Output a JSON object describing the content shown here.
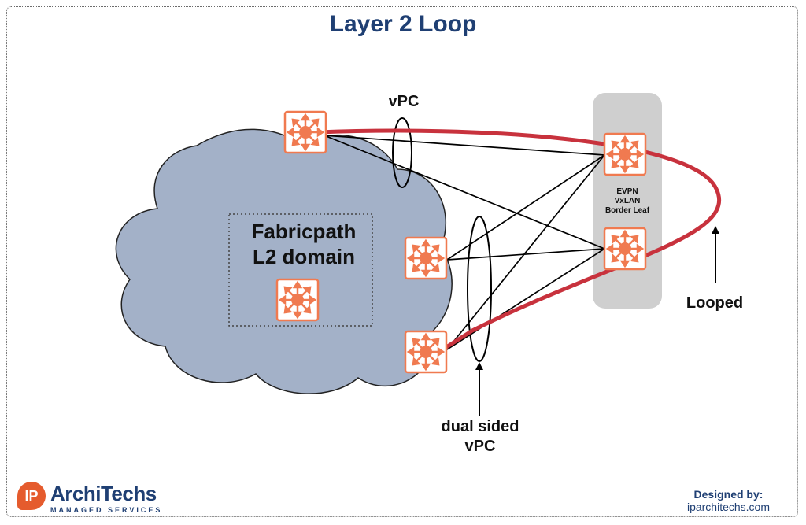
{
  "title": "Layer 2 Loop",
  "cloud_label": "Fabricpath\nL2 domain",
  "vpc_label": "vPC",
  "border_leaf_label": "EVPN\nVxLAN\nBorder Leaf",
  "looped_label": "Looped",
  "dual_vpc_label": "dual sided\nvPC",
  "designed_by": "Designed by:",
  "website": "iparchitechs.com",
  "logo": {
    "badge": "IP",
    "name": "ArchiTechs",
    "subtitle": "MANAGED SERVICES"
  },
  "colors": {
    "title": "#1f3f73",
    "cloud": "#a3b1c8",
    "loop": "#c8323d",
    "switch": "#f07a50",
    "border_leaf_bg": "#cfcfcf"
  },
  "icons": [
    "switch-icon",
    "switch-icon",
    "switch-icon",
    "switch-icon",
    "switch-icon",
    "switch-icon"
  ]
}
